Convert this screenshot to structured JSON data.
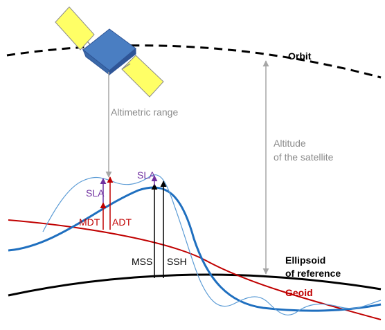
{
  "labels": {
    "orbit": "Orbit",
    "altimetric_range": "Altimetric range",
    "altitude_line1": "Altitude",
    "altitude_line2": "of the satellite",
    "sla_left": "SLA",
    "sla_right": "SLA",
    "mdt": "MDT",
    "adt": "ADT",
    "mss": "MSS",
    "ssh": "SSH",
    "ellipsoid_line1": "Ellipsoid",
    "ellipsoid_line2": "of reference",
    "geoid": "Geoid"
  },
  "colors": {
    "orbit": "#000000",
    "range_arrow": "#a6a6a6",
    "ellipsoid": "#000000",
    "geoid": "#c00000",
    "mean_sea_surface": "#1f6fbf",
    "instant_sea_surface": "#5b9bd5",
    "sla": "#7030a0",
    "mdt": "#c00000",
    "adt": "#c00000",
    "satellite_body": "#4a7ec2",
    "satellite_panel": "#ffff66"
  },
  "icons": {
    "satellite": "satellite-icon"
  }
}
